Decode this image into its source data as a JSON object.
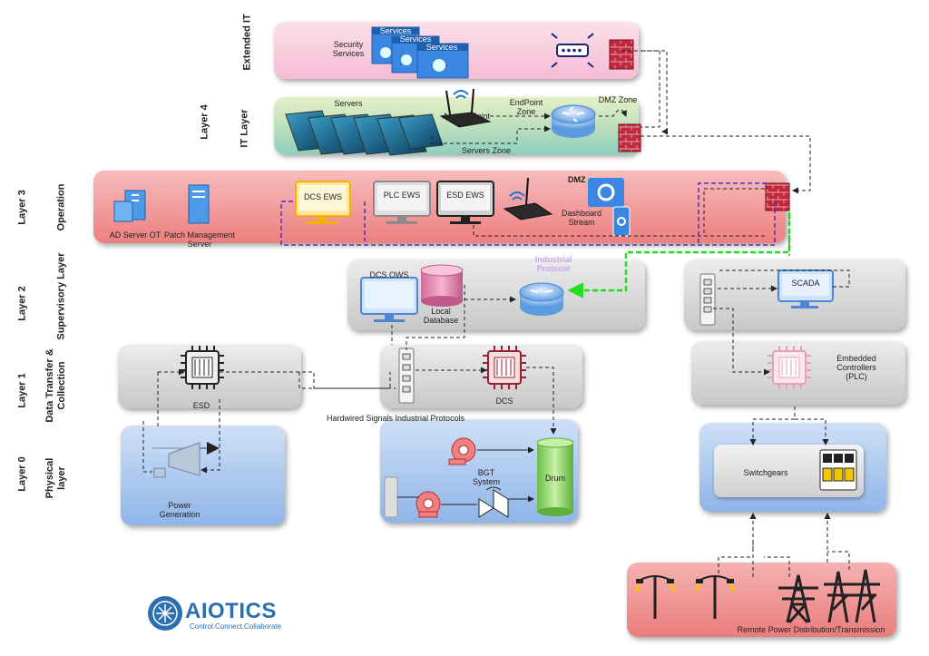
{
  "layers": {
    "ext_it": "Extended  IT",
    "l4_num": "Layer 4",
    "l4_name": "IT Layer",
    "l3_num": "Layer 3",
    "l3_name": "Operation",
    "l2_num": "Layer 2",
    "l2_name": "Supervisory Layer",
    "l1_num": "Layer 1",
    "l1_name": "Data Transfer & Collection",
    "l0_num": "Layer 0",
    "l0_name": "Physical layer"
  },
  "ext": {
    "security_services": "Security Services",
    "services_1": "Services",
    "services_2": "Services",
    "services_3": "Services"
  },
  "it": {
    "servers": "Servers",
    "access_point": "Access Point",
    "endpoint_zone": "EndPoint Zone",
    "dmz_zone": "DMZ Zone",
    "servers_zone": "Servers Zone"
  },
  "ops": {
    "ad_server": "AD Server OT",
    "patch_mgmt": "Patch Management Server",
    "dcs_ews": "DCS EWS",
    "plc_ews": "PLC EWS",
    "esd_ews": "ESD EWS",
    "dmz": "DMZ",
    "dashboard": "Dashboard Stream"
  },
  "sup": {
    "dcs_ows": "DCS OWS",
    "local_db": "Local Database",
    "industrial_protocol": "Industrial Protocol",
    "scada": "SCADA"
  },
  "ctrl": {
    "esd": "ESD",
    "dcs": "DCS",
    "hardwired": "Hardwired Signals Industrial Protocols",
    "embedded": "Embedded Controllers (PLC)"
  },
  "phys": {
    "power_gen": "Power Generation",
    "bgt": "BGT System",
    "drum": "Drum",
    "switchgears": "Switchgears",
    "remote": "Remote Power Distribution/Transmission"
  },
  "logo": {
    "name": "AIOTICS",
    "tagline": "Control.Connect.Collaborate"
  },
  "colors": {
    "ext_panel": "#f7c9dc",
    "it_panel": "#cfe7b8",
    "ops_panel": "#f08a8a",
    "gray_panel": "#d6d6d6",
    "blue_panel": "#a9c7ee",
    "remote_panel": "#ee8a8a",
    "firewall": "#b5283a",
    "green_link": "#22dd22",
    "purple_link": "#5a2bb8"
  }
}
